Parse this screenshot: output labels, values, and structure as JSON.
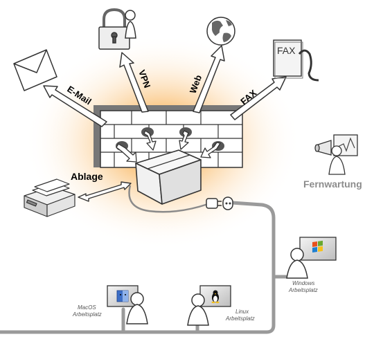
{
  "labels": {
    "email": "E-Mail",
    "vpn": "VPN",
    "web": "Web",
    "fax": "FAX",
    "ablage": "Ablage",
    "fernwartung": "Fernwartung",
    "fax_doc": "FAX",
    "windows_line1": "Windows",
    "windows_line2": "Arbeitsplatz",
    "macos_line1": "MacOS",
    "macos_line2": "Arbeitsplatz",
    "linux_line1": "Linux",
    "linux_line2": "Arbeitsplatz"
  },
  "colors": {
    "glow": "#f7a642",
    "cable": "#9a9a9a",
    "arrow_fill": "#ffffff",
    "outline": "#333333",
    "fernwartung_text": "#8c8c8c",
    "windows_red": "#e8501c",
    "windows_green": "#6aa82e",
    "windows_blue": "#1e7fd0",
    "windows_yellow": "#f6c11b",
    "mac_blue": "#3d6fc7"
  }
}
